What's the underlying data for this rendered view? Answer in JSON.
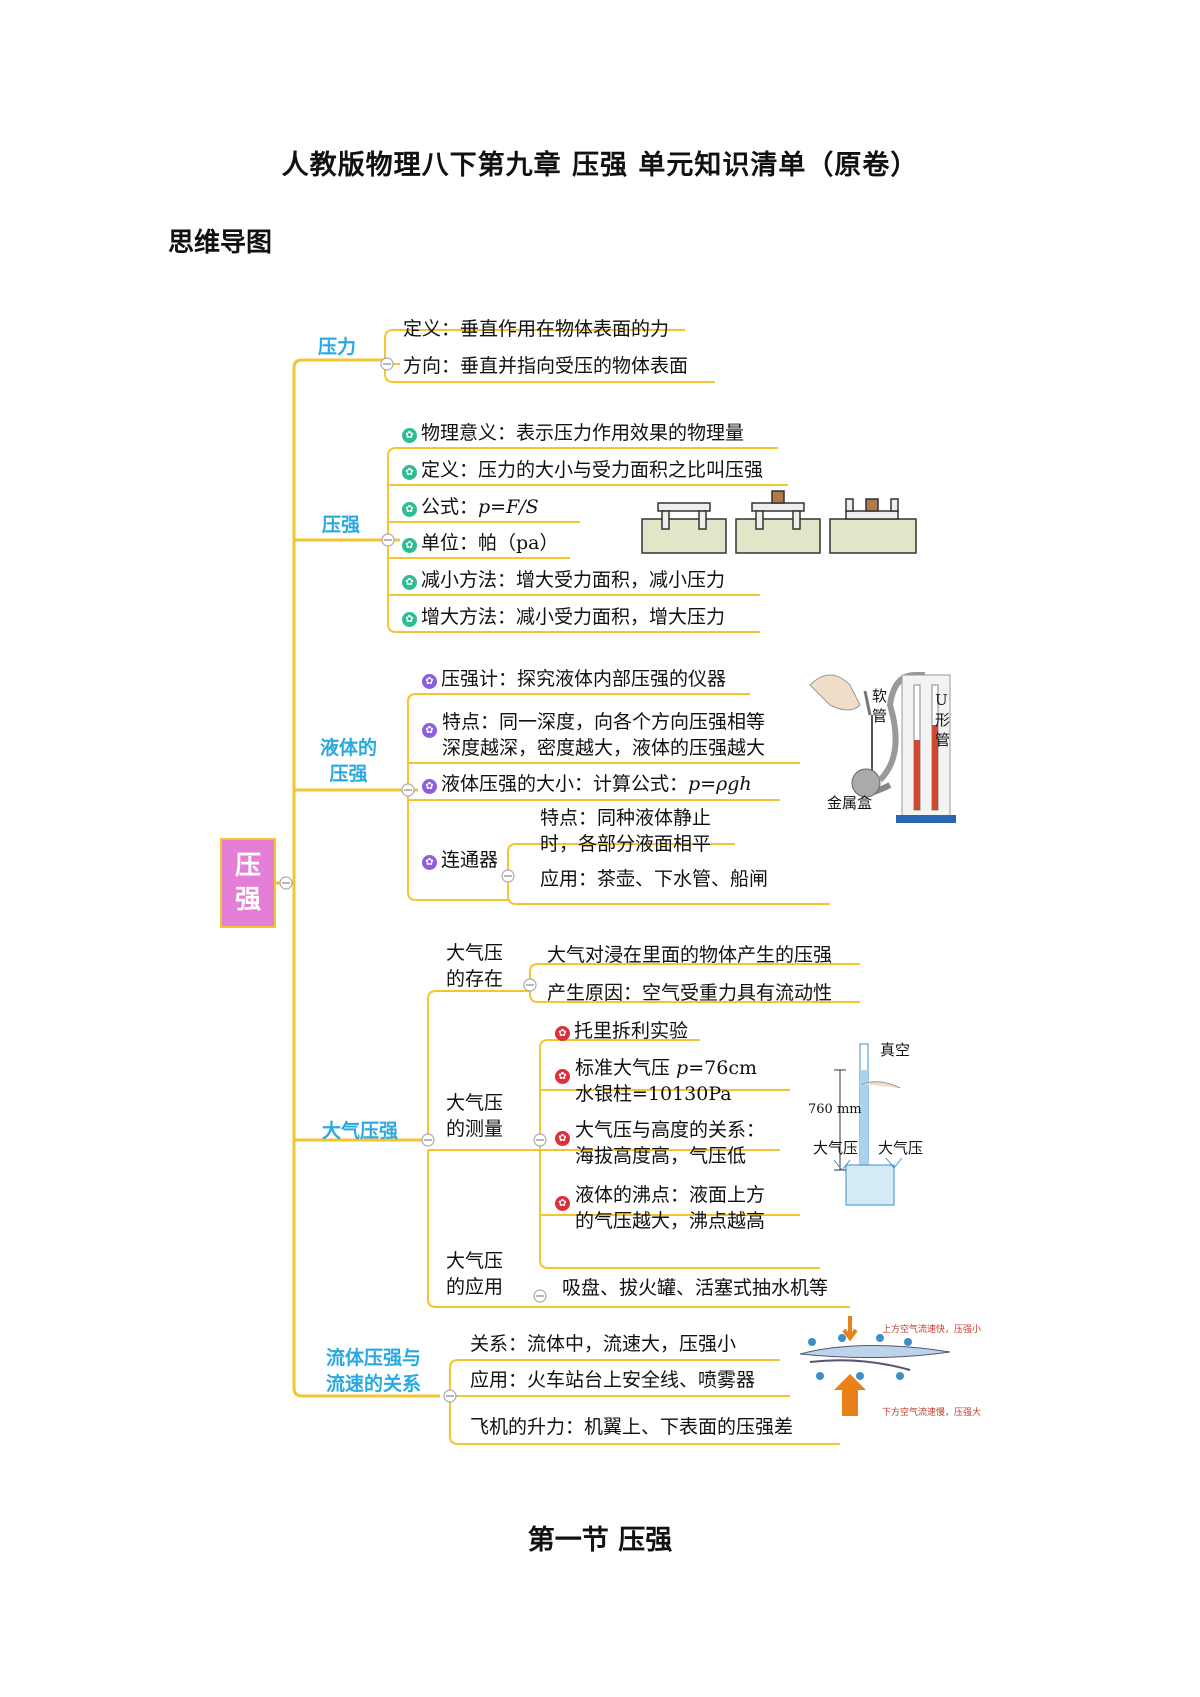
{
  "title": "人教版物理八下第九章  压强  单元知识清单（原卷）",
  "mindmap_heading": "思维导图",
  "section_heading": "第一节    压强",
  "colors": {
    "branch": "#2aa9e0",
    "line": "#f2c531",
    "root_fill": "#e37fd6"
  },
  "mindmap": {
    "root": "压强",
    "pressure_force": {
      "label": "压力",
      "items": [
        "定义：垂直作用在物体表面的力",
        "方向：垂直并指向受压的物体表面"
      ]
    },
    "pressure": {
      "label": "压强",
      "items": [
        "物理意义：表示压力作用效果的物理量",
        "定义：压力的大小与受力面积之比叫压强",
        "公式：",
        "单位：帕（pa）",
        "减小方法：增大受力面积，减小压力",
        "增大方法：减小受力面积，增大压力"
      ],
      "formula": "p=F/S"
    },
    "liquid": {
      "label_1": "液体的",
      "label_2": "压强",
      "gauge": "压强计：探究液体内部压强的仪器",
      "feature_1": "特点：同一深度，向各个方向压强相等",
      "feature_2": "深度越深，密度越大，液体的压强越大",
      "size_label": "液体压强的大小：计算公式：",
      "size_formula": "p=ρgh",
      "connector": "连通器",
      "connector_feature_1": "特点：同种液体静止",
      "connector_feature_2": "时，各部分液面相平",
      "connector_app": "应用：茶壶、下水管、船闸",
      "fig_labels": {
        "soft_1": "软",
        "soft_2": "管",
        "u_1": "U",
        "u_2": "形",
        "u_3": "管",
        "box": "金属盒"
      }
    },
    "atmosphere": {
      "label": "大气压强",
      "existence_1": "大气压",
      "existence_2": "的存在",
      "existence_items": [
        "大气对浸在里面的物体产生的压强",
        "产生原因：空气受重力具有流动性"
      ],
      "measure_1": "大气压",
      "measure_2": "的测量",
      "torricelli": "托里拆利实验",
      "standard_1a": "标准大气压 ",
      "standard_1b": "p",
      "standard_1c": "=76cm",
      "standard_2": "水银柱=10130Pa",
      "altitude_1": "大气压与高度的关系：",
      "altitude_2": "海拔高度高，气压低",
      "boiling_1": "液体的沸点：液面上方",
      "boiling_2": "的气压越大，沸点越高",
      "application_1": "大气压",
      "application_2": "的应用",
      "application_items": "吸盘、拔火罐、活塞式抽水机等",
      "fig_labels": {
        "vacuum": "真空",
        "mm": "760 mm",
        "atm_left": "大气压",
        "atm_right": "大气压"
      }
    },
    "fluid": {
      "label_1": "流体压强与",
      "label_2": "流速的关系",
      "items": [
        "关系：流体中，流速大，压强小",
        "应用：火车站台上安全线、喷雾器",
        "飞机的升力：机翼上、下表面的压强差"
      ],
      "fig_labels": {
        "top": "上方空气流速快，压强小",
        "bottom": "下方空气流速慢，压强大"
      }
    }
  }
}
